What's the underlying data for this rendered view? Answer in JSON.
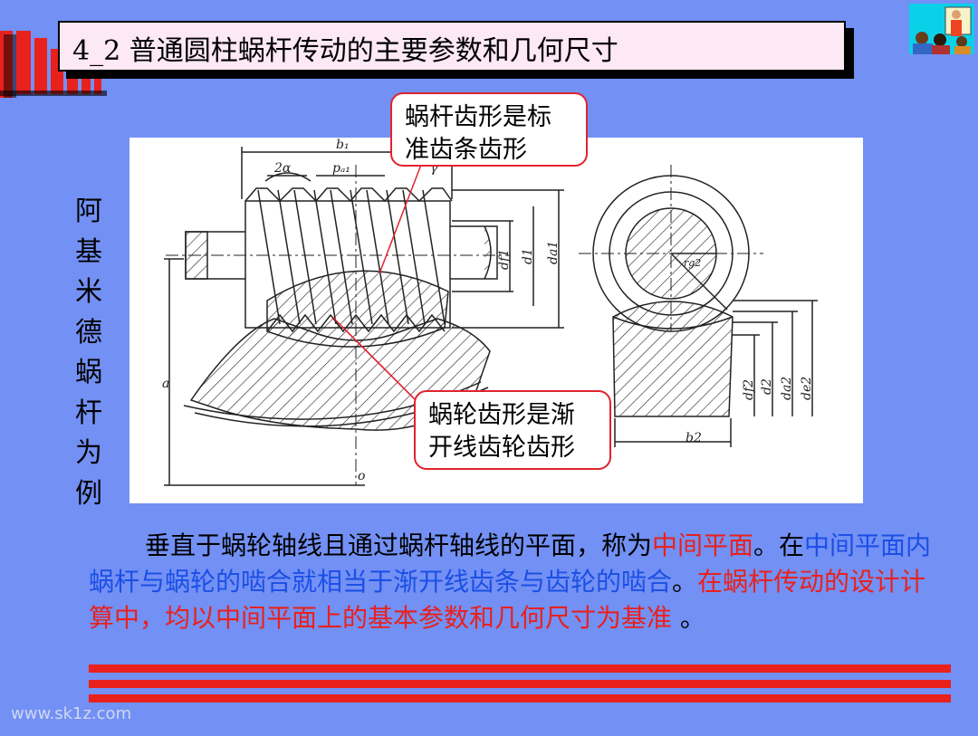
{
  "slide": {
    "title": "4_2  普通圆柱蜗杆传动的主要参数和几何尺寸",
    "vertical_label": [
      "阿",
      "基",
      "米",
      "德",
      "蜗",
      "杆",
      "为",
      "例"
    ],
    "callouts": [
      {
        "line1": "蜗杆齿形是标",
        "line2": "准齿条齿形"
      },
      {
        "line1": "蜗轮齿形是渐",
        "line2": "开线齿轮齿形"
      }
    ],
    "drawing_labels": {
      "b1": "b₁",
      "two_alpha": "2α",
      "pa1": "pₐ₁",
      "gamma": "γ",
      "df1": "df1",
      "d1": "d1",
      "da1": "da1",
      "a": "a",
      "o": "o",
      "r_g2": "rg2",
      "df2": "df2",
      "d2": "d2",
      "da2": "da2",
      "de2": "de2",
      "b2": "b2"
    },
    "paragraph": {
      "p1": "垂直于蜗轮轴线且通过蜗杆轴线的平面，称为",
      "p2": "中间平面",
      "p3": "。在",
      "p4": "中间平面内蜗杆与蜗轮的啮合就相当于渐开线齿条与齿轮的啮合",
      "p5": "。",
      "p6": "在蜗杆传动的设计计算中，均以中间平面上的基本参数和几何尺寸为基准",
      "p7": "  。"
    },
    "watermark": "www.sk1z.com",
    "colors": {
      "background": "#7390f4",
      "accent_red": "#e8211d",
      "accent_blue": "#1b4fe6",
      "title_bg": "#fde8f5"
    }
  }
}
